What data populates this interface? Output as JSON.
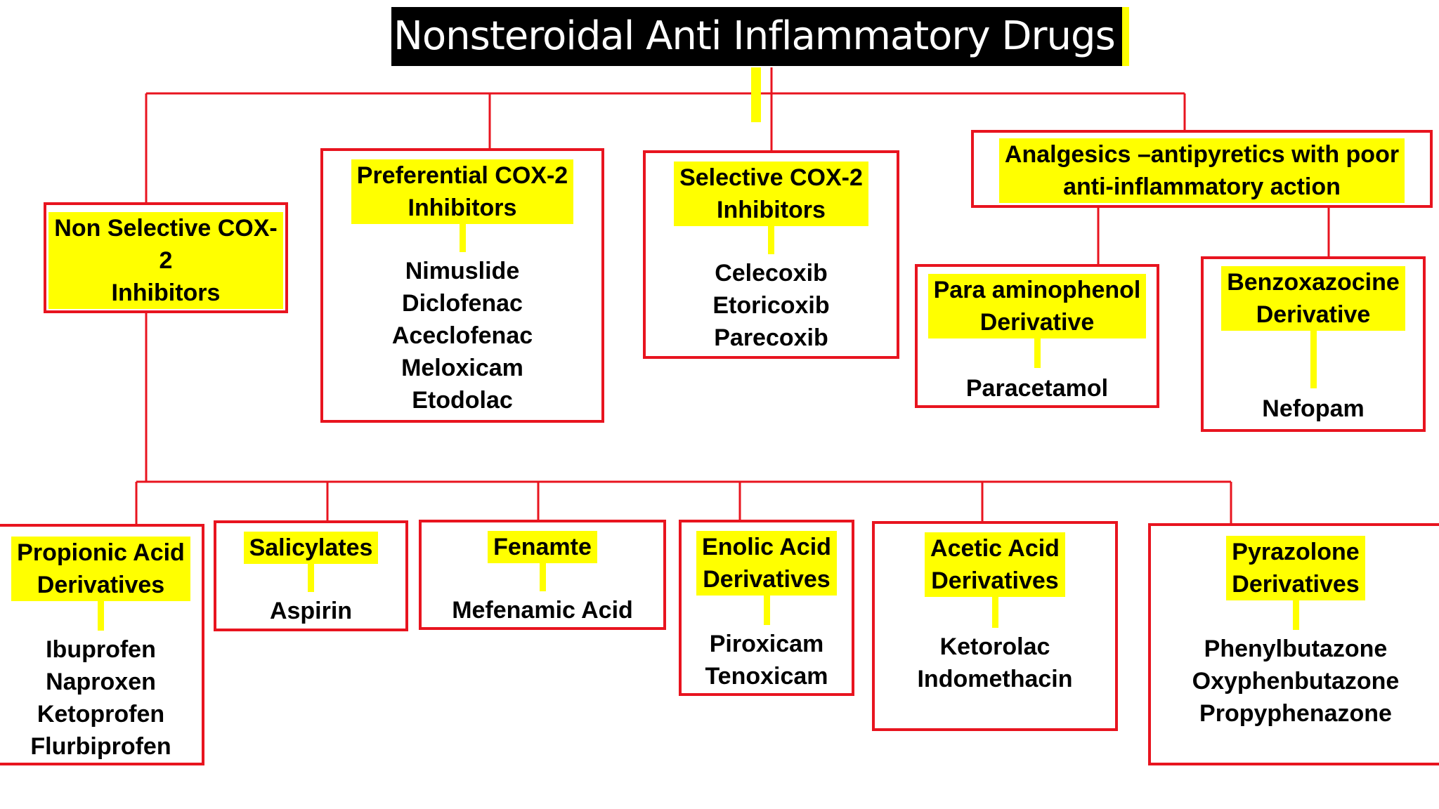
{
  "title": "Nonsteroidal Anti Inflammatory Drugs",
  "colors": {
    "border": "#e8141f",
    "highlight": "#ffff00",
    "title_bg": "#000000",
    "title_text": "#ffffff"
  },
  "top_groups": [
    {
      "id": "nonselective",
      "title_lines": [
        "Non Selective  COX-",
        "2",
        "Inhibitors"
      ],
      "items": []
    },
    {
      "id": "preferential",
      "title_lines": [
        "Preferential COX-2",
        "Inhibitors"
      ],
      "items": [
        "Nimuslide",
        "Diclofenac",
        "Aceclofenac",
        "Meloxicam",
        "Etodolac"
      ]
    },
    {
      "id": "selective",
      "title_lines": [
        "Selective  COX-2",
        "Inhibitors"
      ],
      "items": [
        "Celecoxib",
        "Etoricoxib",
        "Parecoxib"
      ]
    },
    {
      "id": "analgesics",
      "title_lines": [
        "Analgesics –antipyretics with poor",
        "anti-inflammatory action"
      ],
      "items": []
    }
  ],
  "analgesic_subgroups": [
    {
      "id": "paraaminophenol",
      "title_lines": [
        "Para aminophenol",
        "Derivative"
      ],
      "items": [
        "Paracetamol"
      ]
    },
    {
      "id": "benzoxazocine",
      "title_lines": [
        "Benzoxazocine",
        "Derivative"
      ],
      "items": [
        "Nefopam"
      ]
    }
  ],
  "nonselective_subgroups": [
    {
      "id": "propionic",
      "title_lines": [
        "Propionic Acid",
        "Derivatives"
      ],
      "items": [
        "Ibuprofen",
        "Naproxen",
        "Ketoprofen",
        "Flurbiprofen"
      ]
    },
    {
      "id": "salicylates",
      "title_lines": [
        "Salicylates"
      ],
      "items": [
        "Aspirin"
      ]
    },
    {
      "id": "fenamte",
      "title_lines": [
        "Fenamte"
      ],
      "items": [
        "Mefenamic Acid"
      ]
    },
    {
      "id": "enolic",
      "title_lines": [
        "Enolic Acid",
        "Derivatives"
      ],
      "items": [
        "Piroxicam",
        "Tenoxicam"
      ]
    },
    {
      "id": "acetic",
      "title_lines": [
        "Acetic Acid",
        "Derivatives"
      ],
      "items": [
        "Ketorolac",
        "Indomethacin"
      ]
    },
    {
      "id": "pyrazolone",
      "title_lines": [
        "Pyrazolone",
        "Derivatives"
      ],
      "items": [
        "Phenylbutazone",
        "Oxyphenbutazone",
        "Propyphenazone"
      ]
    }
  ]
}
